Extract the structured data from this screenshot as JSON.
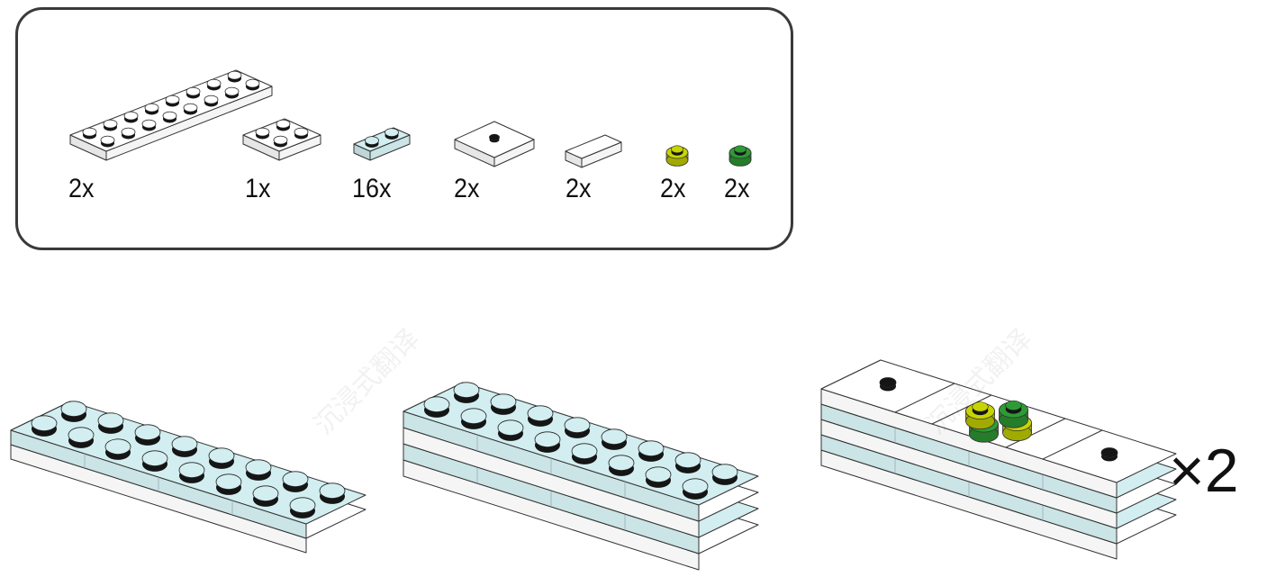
{
  "parts_list": {
    "items": [
      {
        "name": "plate-2x8-white",
        "qty": "2x",
        "color": "#ffffff"
      },
      {
        "name": "plate-2x2-white",
        "qty": "1x",
        "color": "#ffffff"
      },
      {
        "name": "plate-1x2-trans-light-blue",
        "qty": "16x",
        "color": "#d3eef0"
      },
      {
        "name": "jumper-plate-2x2-white",
        "qty": "2x",
        "color": "#ffffff"
      },
      {
        "name": "tile-1x2-white",
        "qty": "2x",
        "color": "#ffffff"
      },
      {
        "name": "round-plate-1x1-yellow",
        "qty": "2x",
        "color": "#c8d400"
      },
      {
        "name": "round-plate-1x1-green",
        "qty": "2x",
        "color": "#2e9b35"
      }
    ]
  },
  "multiplier": "×2",
  "watermark": "沉浸式翻译",
  "colors": {
    "outline": "#333333",
    "stud_dark": "#151515",
    "trans_blue": "#d3eef0",
    "yellow": "#c8d400",
    "green": "#2e9b35"
  }
}
